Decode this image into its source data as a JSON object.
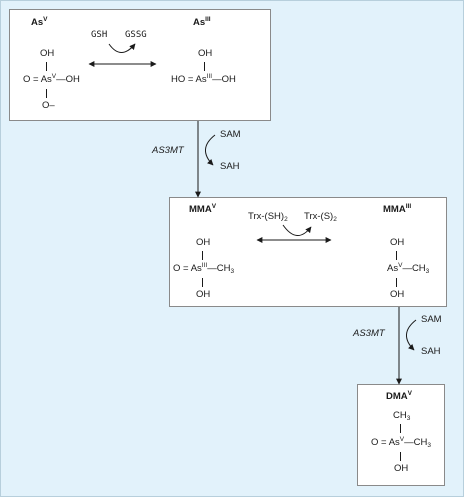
{
  "diagram": {
    "node_asv": {
      "title": "As",
      "title_sup": "V",
      "l1": "OH",
      "l2_pre": "O = As",
      "l2_sup": "V",
      "l2_post": "—OH",
      "l3": "O–"
    },
    "node_asiii": {
      "title": "As",
      "title_sup": "III",
      "l1": "OH",
      "l2_pre": "HO = As",
      "l2_sup": "III",
      "l2_post": "—OH"
    },
    "reaction1": {
      "left": "GSH",
      "right": "GSSG"
    },
    "enzyme1": {
      "name": "AS3MT",
      "in": "SAM",
      "out": "SAH"
    },
    "node_mmav": {
      "title": "MMA",
      "title_sup": "V",
      "l1": "OH",
      "l2_pre": "O = As",
      "l2_sup": "III",
      "l2_post": "—CH",
      "l2_sub": "3",
      "l3": "OH"
    },
    "node_mmaiii": {
      "title": "MMA",
      "title_sup": "III",
      "l1": "OH",
      "l2_pre": "As",
      "l2_sup": "V",
      "l2_post": "—CH",
      "l2_sub": "3",
      "l3": "OH"
    },
    "reaction2": {
      "left_pre": "Trx-(SH)",
      "left_sub": "2",
      "right_pre": "Trx-(S)",
      "right_sub": "2"
    },
    "enzyme2": {
      "name": "AS3MT",
      "in": "SAM",
      "out": "SAH"
    },
    "node_dmav": {
      "title": "DMA",
      "title_sup": "V",
      "l1_pre": "CH",
      "l1_sub": "3",
      "l2_pre": "O = As",
      "l2_sup": "V",
      "l2_post": "—CH",
      "l2_sub": "3",
      "l3": "OH"
    },
    "colors": {
      "background": "#e2f2fb",
      "box": "#ffffff",
      "ink": "#1a1a1a"
    }
  }
}
